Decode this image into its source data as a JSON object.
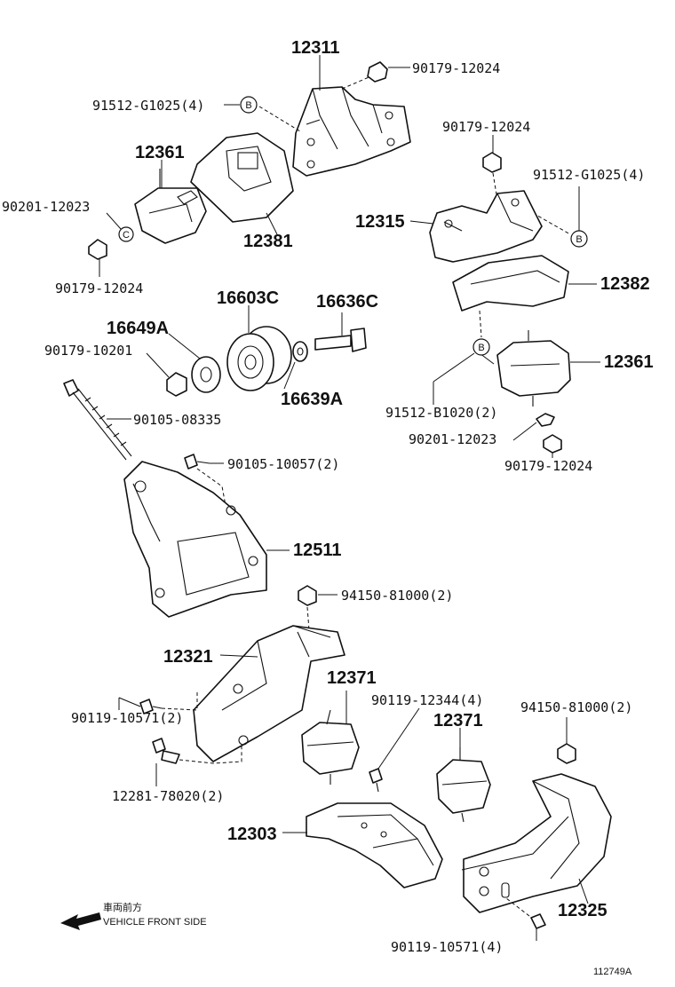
{
  "labels": {
    "p12311": "12311",
    "p90179_a": "90179-12024",
    "p91512_a": "91512-G1025(4)",
    "p12361_a": "12361",
    "p90201_a": "90201-12023",
    "p12381": "12381",
    "p90179_b": "90179-12024",
    "p90179_c": "90179-12024",
    "p91512_b": "91512-G1025(4)",
    "p12315": "12315",
    "p12382": "12382",
    "p16603C": "16603C",
    "p16636C": "16636C",
    "p16649A": "16649A",
    "p90179_10201": "90179-10201",
    "p16639A": "16639A",
    "p90105_08335": "90105-08335",
    "p90105_10057": "90105-10057(2)",
    "p12361_b": "12361",
    "p91512_B1020": "91512-B1020(2)",
    "p90201_b": "90201-12023",
    "p90179_d": "90179-12024",
    "p12511": "12511",
    "p94150_a": "94150-81000(2)",
    "p12321": "12321",
    "p12371_a": "12371",
    "p90119_12344": "90119-12344(4)",
    "p12371_b": "12371",
    "p94150_b": "94150-81000(2)",
    "p90119_10571_a": "90119-10571(2)",
    "p12281": "12281-78020(2)",
    "p12303": "12303",
    "p12325": "12325",
    "p90119_10571_b": "90119-10571(4)",
    "vehicle_jp": "車両前方",
    "vehicle_en": "VEHICLE FRONT SIDE",
    "figure_id": "112749A"
  },
  "refs": {
    "b": "B",
    "c": "C"
  }
}
